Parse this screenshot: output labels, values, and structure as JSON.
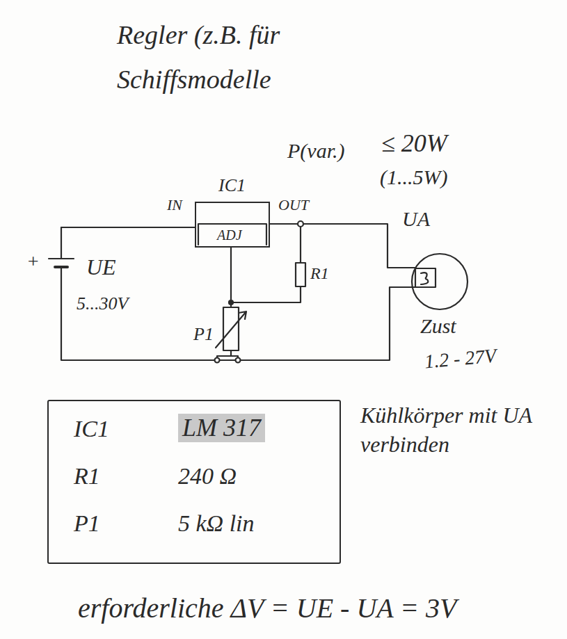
{
  "diagram": {
    "title": "Regler (z.B. für Schiffsmodelle",
    "nodes": [
      {
        "text": [
          "IC1",
          "IN",
          "OUT",
          "ADJ"
        ]
      },
      {
        "text": [
          "IC1",
          "LM 317",
          "R1",
          "240 Ω",
          "P1",
          "5 kΩ lin"
        ]
      }
    ],
    "labels": [
      "P(var.)",
      "≤ 20W",
      "(1...5W)",
      "UA",
      "R1",
      "+",
      "UE",
      "5...30V",
      "P1",
      "Zust",
      "1.2 - 27V",
      "Kühlkörper mit UA verbinden",
      "erforderliche ΔV = UE - UA = 3V"
    ]
  }
}
